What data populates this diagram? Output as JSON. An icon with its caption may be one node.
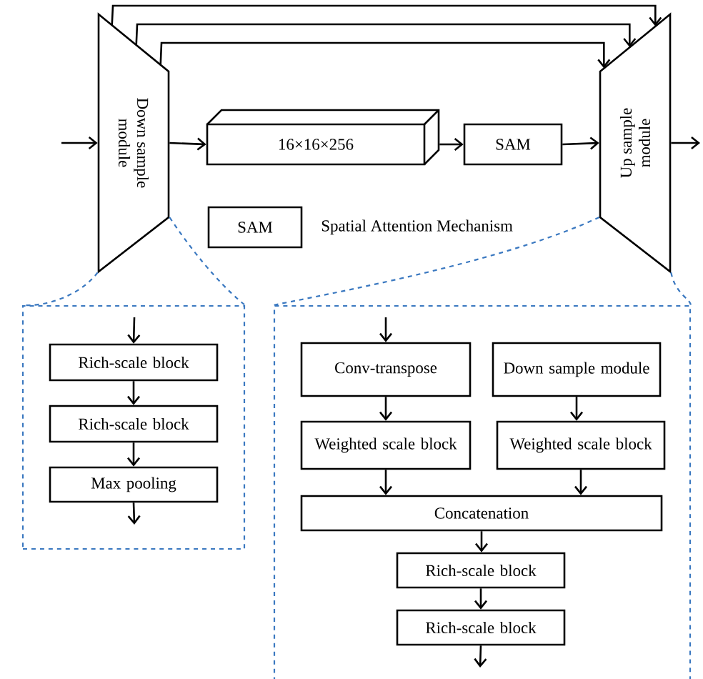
{
  "diagram": {
    "nodes": [
      {
        "text": [
          "Down sample module"
        ]
      },
      {
        "text": [
          "16×16×256"
        ]
      },
      {
        "text": [
          "SAM"
        ]
      },
      {
        "text": [
          "Up sample module"
        ]
      },
      {
        "text": [
          "SAM"
        ],
        "beside": [
          "Spatial Attention Mechanism"
        ]
      },
      {
        "text": [],
        "shape": "box"
      },
      {
        "text": [
          "Rich-scale block"
        ],
        "in": 5
      },
      {
        "text": [
          "Rich-scale block"
        ],
        "in": 5
      },
      {
        "text": [
          "Max pooling"
        ],
        "in": 5
      },
      {
        "text": [],
        "shape": "box"
      },
      {
        "text": [
          "Conv-transpose"
        ],
        "in": 9
      },
      {
        "text": [
          "Down sample module"
        ],
        "in": 9
      },
      {
        "text": [
          "Weighted scale block"
        ],
        "in": 9
      },
      {
        "text": [
          "Weighted scale block"
        ],
        "in": 9
      },
      {
        "text": [
          "Concatenation"
        ],
        "in": 9
      },
      {
        "text": [
          "Rich-scale block"
        ],
        "in": 9
      },
      {
        "text": [
          "Rich-scale block"
        ],
        "in": 9
      }
    ],
    "edges": [
      {
        "from": null,
        "to": 0,
        "arrow": "to"
      },
      {
        "from": 0,
        "to": 1,
        "arrow": "to"
      },
      {
        "from": 1,
        "to": 2,
        "arrow": "to"
      },
      {
        "from": 2,
        "to": 3,
        "arrow": "to"
      },
      {
        "from": 3,
        "to": null,
        "arrow": "to"
      },
      {
        "from": 0,
        "to": 3,
        "arrow": "to"
      },
      {
        "from": 0,
        "to": 3,
        "arrow": "to"
      },
      {
        "from": 0,
        "to": 3,
        "arrow": "to"
      },
      {
        "from": null,
        "to": 6,
        "arrow": "to"
      },
      {
        "from": 6,
        "to": 7,
        "arrow": "to"
      },
      {
        "from": 7,
        "to": 8,
        "arrow": "to"
      },
      {
        "from": 8,
        "to": null,
        "arrow": "to"
      },
      {
        "from": null,
        "to": 10,
        "arrow": "to"
      },
      {
        "from": 10,
        "to": 12,
        "arrow": "to"
      },
      {
        "from": 11,
        "to": 13,
        "arrow": "to"
      },
      {
        "from": 12,
        "to": 14,
        "arrow": "to"
      },
      {
        "from": 13,
        "to": 14,
        "arrow": "to"
      },
      {
        "from": 14,
        "to": 15,
        "arrow": "to"
      },
      {
        "from": 15,
        "to": 16,
        "arrow": "to"
      },
      {
        "from": 16,
        "to": null,
        "arrow": "to"
      },
      {
        "from": 0,
        "to": 5,
        "arrow": "none",
        "style": "dashed",
        "color": "#3a78c0"
      },
      {
        "from": 0,
        "to": 5,
        "arrow": "none",
        "style": "dashed",
        "color": "#3a78c0"
      },
      {
        "from": 3,
        "to": 9,
        "arrow": "none",
        "style": "dashed",
        "color": "#3a78c0"
      },
      {
        "from": 3,
        "to": 9,
        "arrow": "none",
        "style": "dashed",
        "color": "#3a78c0"
      }
    ]
  }
}
